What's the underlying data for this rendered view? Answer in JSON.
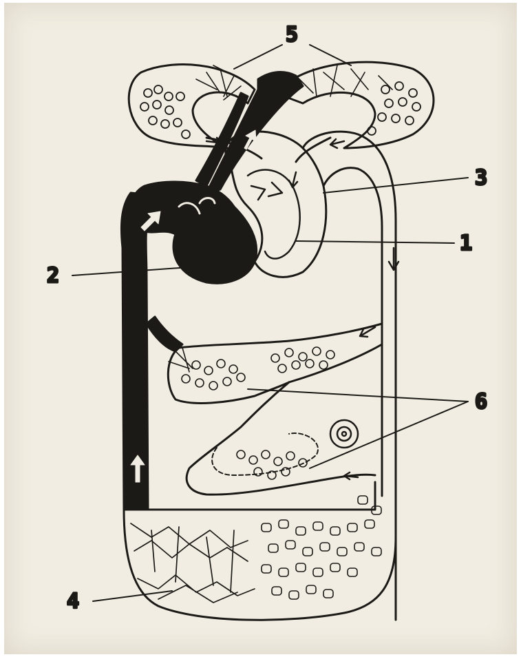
{
  "diagram": {
    "labels": {
      "one": "1",
      "two": "2",
      "three": "3",
      "four": "4",
      "five": "5",
      "six": "6"
    },
    "colors": {
      "paper": "#f1ede2",
      "ink": "#1c1a17",
      "venous_fill": "#1c1a17",
      "arterial_fill": "#f1ede2"
    }
  }
}
